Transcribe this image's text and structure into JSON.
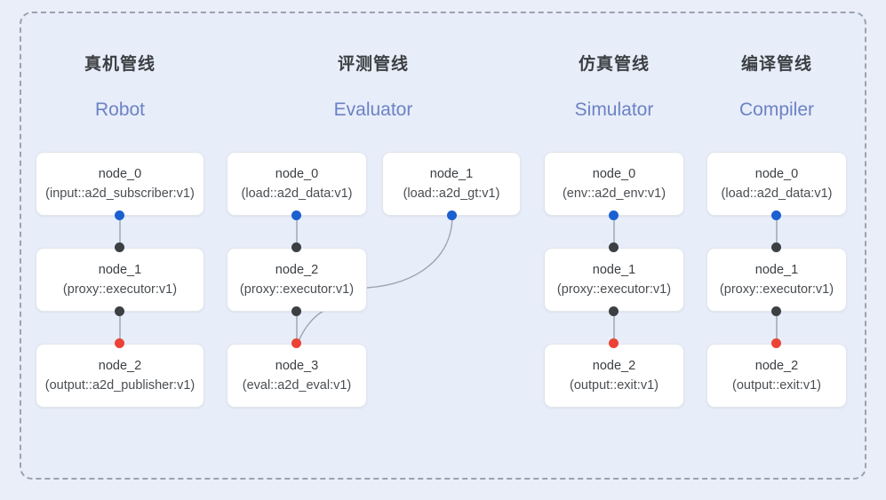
{
  "diagram": {
    "frame_style": "dashed-rounded",
    "background_color": "#e8edfa",
    "border_color": "#9aa3b0",
    "port_colors": {
      "output": "#1a60d0",
      "link": "#3c4043",
      "terminal": "#ea4335"
    }
  },
  "columns": [
    {
      "id": "robot",
      "title_cn": "真机管线",
      "title_en": "Robot",
      "nodes": [
        {
          "name": "node_0",
          "spec": "(input::a2d_subscriber:v1)"
        },
        {
          "name": "node_1",
          "spec": "(proxy::executor:v1)"
        },
        {
          "name": "node_2",
          "spec": "(output::a2d_publisher:v1)"
        }
      ]
    },
    {
      "id": "evaluator",
      "title_cn": "评测管线",
      "title_en": "Evaluator",
      "nodes": [
        {
          "name": "node_0",
          "spec": "(load::a2d_data:v1)"
        },
        {
          "name": "node_2",
          "spec": "(proxy::executor:v1)"
        },
        {
          "name": "node_3",
          "spec": "(eval::a2d_eval:v1)"
        },
        {
          "name": "node_1",
          "spec": "(load::a2d_gt:v1)"
        }
      ]
    },
    {
      "id": "simulator",
      "title_cn": "仿真管线",
      "title_en": "Simulator",
      "nodes": [
        {
          "name": "node_0",
          "spec": "(env::a2d_env:v1)"
        },
        {
          "name": "node_1",
          "spec": "(proxy::executor:v1)"
        },
        {
          "name": "node_2",
          "spec": "(output::exit:v1)"
        }
      ]
    },
    {
      "id": "compiler",
      "title_cn": "编译管线",
      "title_en": "Compiler",
      "nodes": [
        {
          "name": "node_0",
          "spec": "(load::a2d_data:v1)"
        },
        {
          "name": "node_1",
          "spec": "(proxy::executor:v1)"
        },
        {
          "name": "node_2",
          "spec": "(output::exit:v1)"
        }
      ]
    }
  ]
}
